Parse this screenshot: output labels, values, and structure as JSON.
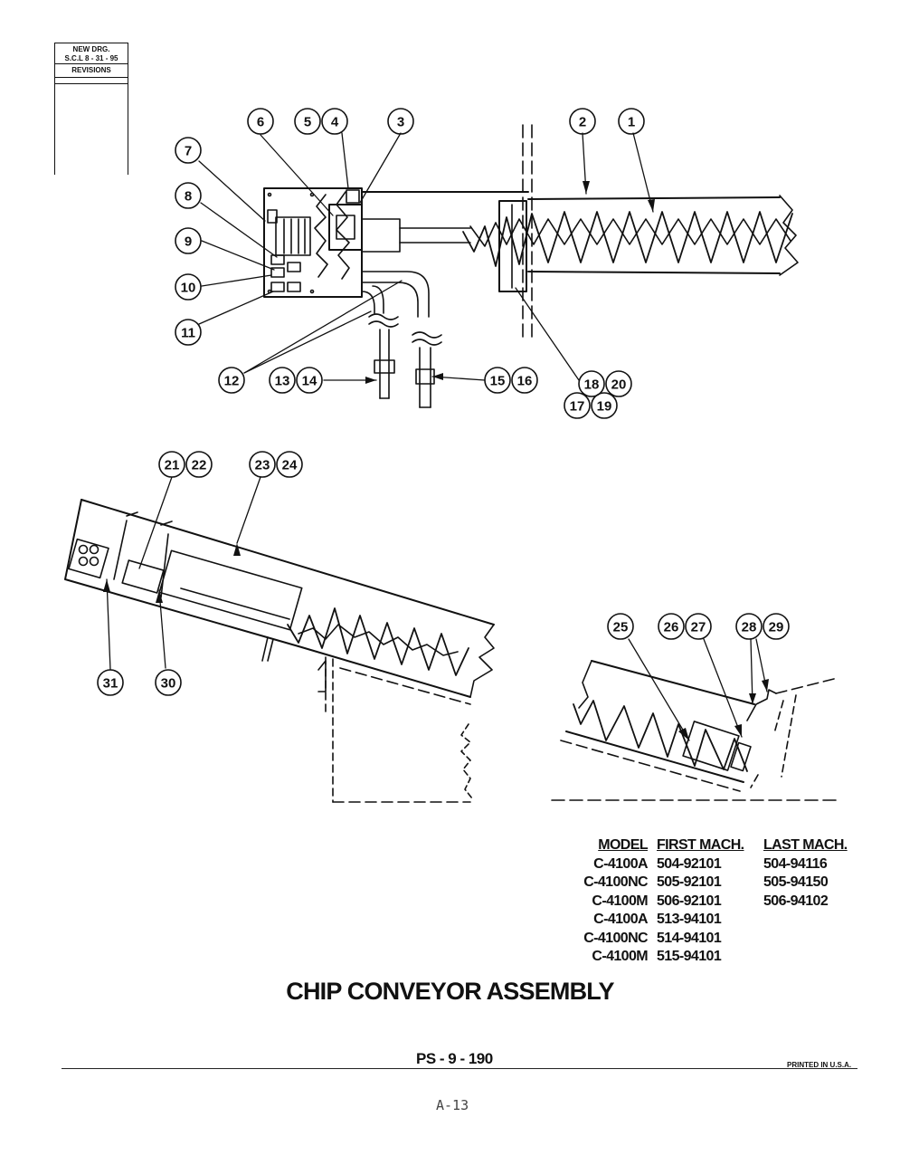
{
  "revisions_block": {
    "line1": "NEW DRG.",
    "line2": "S.C.L 8 - 31 - 95",
    "heading": "REVISIONS"
  },
  "callouts": [
    "1",
    "2",
    "3",
    "4",
    "5",
    "6",
    "7",
    "8",
    "9",
    "10",
    "11",
    "12",
    "13",
    "14",
    "15",
    "16",
    "17",
    "18",
    "19",
    "20",
    "21",
    "22",
    "23",
    "24",
    "25",
    "26",
    "27",
    "28",
    "29",
    "30",
    "31"
  ],
  "model_table": {
    "headers": [
      "MODEL",
      "FIRST MACH.",
      "LAST MACH."
    ],
    "rows": [
      [
        "C-4100A",
        "504-92101",
        "504-94116"
      ],
      [
        "C-4100NC",
        "505-92101",
        "505-94150"
      ],
      [
        "C-4100M",
        "506-92101",
        "506-94102"
      ],
      [
        "C-4100A",
        "513-94101",
        ""
      ],
      [
        "C-4100NC",
        "514-94101",
        ""
      ],
      [
        "C-4100M",
        "515-94101",
        ""
      ]
    ]
  },
  "title": "CHIP CONVEYOR ASSEMBLY",
  "page_number": "PS - 9 - 190",
  "printed": "PRINTED IN U.S.A.",
  "sheet_ref": "A-13"
}
